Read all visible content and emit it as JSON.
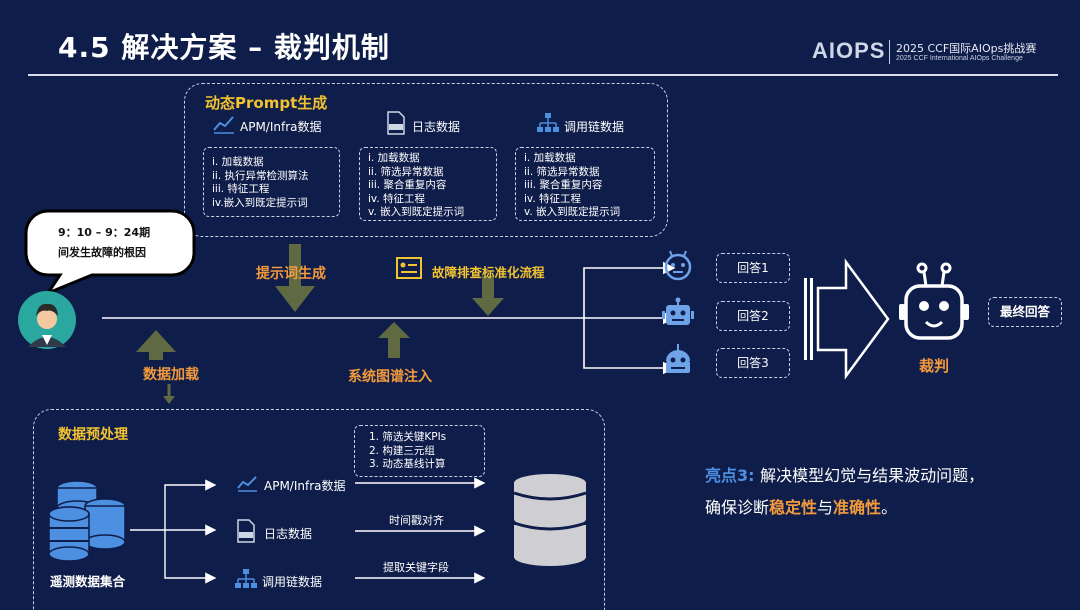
{
  "header": {
    "title": "4.5 解决方案 – 裁判机制",
    "logo_text": "AIOPS",
    "logo_line1": "2025 CCF国际AIOps挑战赛",
    "logo_line2": "2025 CCF International AIOps Challenge"
  },
  "speech_bubble": {
    "line1": "9：10 – 9：24期",
    "line2": "间发生故障的根因"
  },
  "prompt_panel": {
    "title": "动态Prompt生成",
    "columns": [
      {
        "label": "APM/Infra数据",
        "icon": "chart-icon",
        "steps": [
          "i. 加载数据",
          "ii. 执行异常检测算法",
          "iii. 特征工程",
          "iv.嵌入到既定提示词"
        ]
      },
      {
        "label": "日志数据",
        "icon": "log-file-icon",
        "steps": [
          "i. 加载数据",
          "ii. 筛选异常数据",
          "iii. 聚合重复内容",
          "iv. 特征工程",
          "v. 嵌入到既定提示词"
        ]
      },
      {
        "label": "调用链数据",
        "icon": "hierarchy-icon",
        "steps": [
          "i. 加载数据",
          "ii. 筛选异常数据",
          "iii. 聚合重复内容",
          "iv. 特征工程",
          "v. 嵌入到既定提示词"
        ]
      }
    ]
  },
  "flow": {
    "prompt_gen": "提示词生成",
    "sop": "故障排查标准化流程",
    "data_load": "数据加载",
    "graph_inject": "系统图谱注入"
  },
  "answers": [
    "回答1",
    "回答2",
    "回答3"
  ],
  "judge": {
    "label": "裁判",
    "final": "最终回答"
  },
  "preprocess_panel": {
    "title": "数据预处理",
    "source_label": "遥测数据集合",
    "rows": [
      {
        "label": "APM/Infra数据",
        "icon": "chart-icon"
      },
      {
        "label": "日志数据",
        "icon": "log-file-icon"
      },
      {
        "label": "调用链数据",
        "icon": "hierarchy-icon"
      }
    ],
    "kpi_steps": [
      "1.   筛选关键KPIs",
      "2.   构建三元组",
      "3.   动态基线计算"
    ],
    "timestamp_align": "时间戳对齐",
    "extract_fields": "提取关键字段"
  },
  "highlight": {
    "prefix": "亮点3: ",
    "line1": "解决模型幻觉与结果波动问题，",
    "line2_a": "确保诊断",
    "line2_b": "稳定性",
    "line2_c": "与",
    "line2_d": "准确性",
    "line2_e": "。"
  },
  "colors": {
    "background": "#0f1d4a",
    "accent_orange": "#f39a3c",
    "accent_yellow": "#f2c230",
    "arrow_olive": "#5f6a43",
    "icon_blue": "#4d8fe0"
  }
}
